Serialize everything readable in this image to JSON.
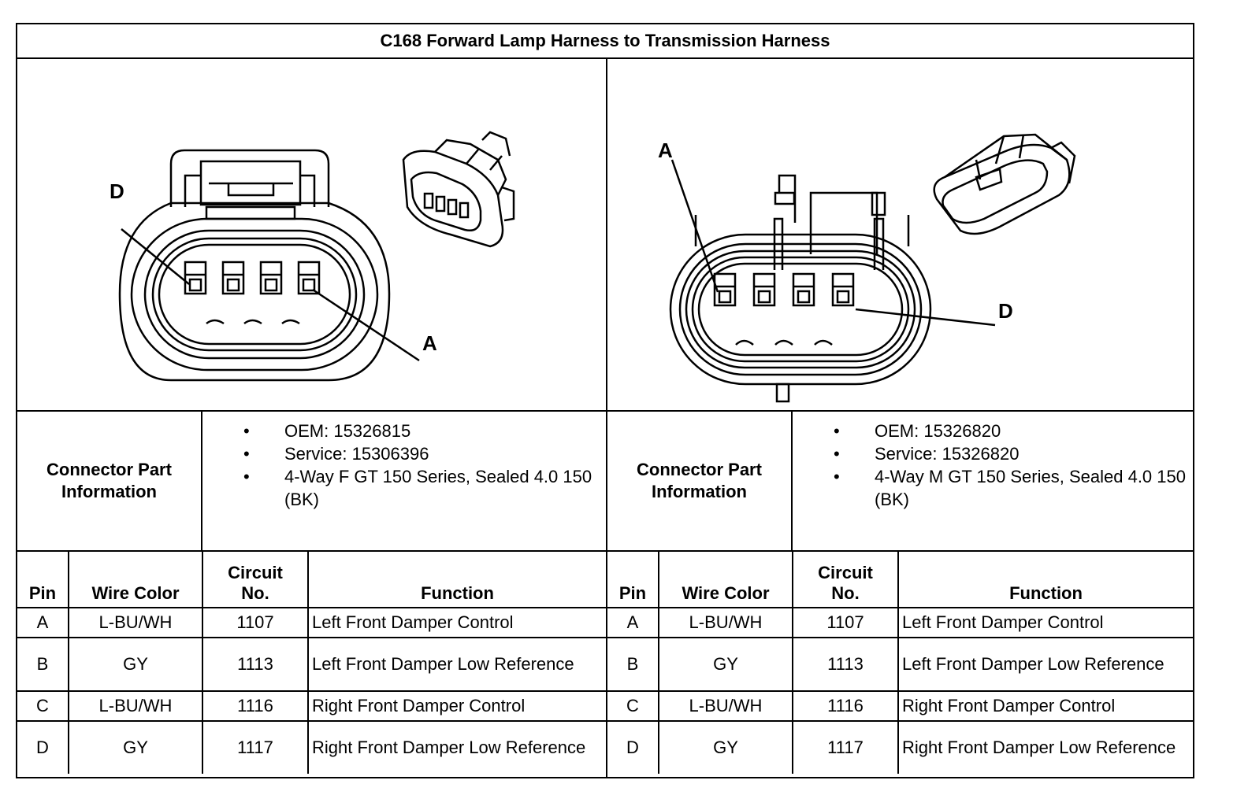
{
  "title": "C168 Forward Lamp Harness to Transmission Harness",
  "columns": {
    "pin": "Pin",
    "wire_color": "Wire Color",
    "circuit_line1": "Circuit",
    "circuit_line2": "No.",
    "function": "Function"
  },
  "connectors": [
    {
      "side": "left",
      "callouts": {
        "top": "D",
        "bottom": "A"
      },
      "info_label_line1": "Connector Part",
      "info_label_line2": "Information",
      "part_info": [
        "OEM: 15326815",
        "Service: 15306396",
        "4-Way F GT 150 Series, Sealed 4.0 150 (BK)"
      ],
      "pins": [
        {
          "pin": "A",
          "wire": "L-BU/WH",
          "circuit": "1107",
          "function": "Left Front Damper Control"
        },
        {
          "pin": "B",
          "wire": "GY",
          "circuit": "1113",
          "function": "Left Front Damper Low Reference"
        },
        {
          "pin": "C",
          "wire": "L-BU/WH",
          "circuit": "1116",
          "function": "Right Front Damper Control"
        },
        {
          "pin": "D",
          "wire": "GY",
          "circuit": "1117",
          "function": "Right Front Damper Low Reference"
        }
      ]
    },
    {
      "side": "right",
      "callouts": {
        "top": "A",
        "bottom": "D"
      },
      "info_label_line1": "Connector Part",
      "info_label_line2": "Information",
      "part_info": [
        "OEM: 15326820",
        "Service: 15326820",
        "4-Way M GT 150 Series, Sealed 4.0 150 (BK)"
      ],
      "pins": [
        {
          "pin": "A",
          "wire": "L-BU/WH",
          "circuit": "1107",
          "function": "Left Front Damper Control"
        },
        {
          "pin": "B",
          "wire": "GY",
          "circuit": "1113",
          "function": "Left Front Damper Low Reference"
        },
        {
          "pin": "C",
          "wire": "L-BU/WH",
          "circuit": "1116",
          "function": "Right Front Damper Control"
        },
        {
          "pin": "D",
          "wire": "GY",
          "circuit": "1117",
          "function": "Right Front Damper Low Reference"
        }
      ]
    }
  ]
}
